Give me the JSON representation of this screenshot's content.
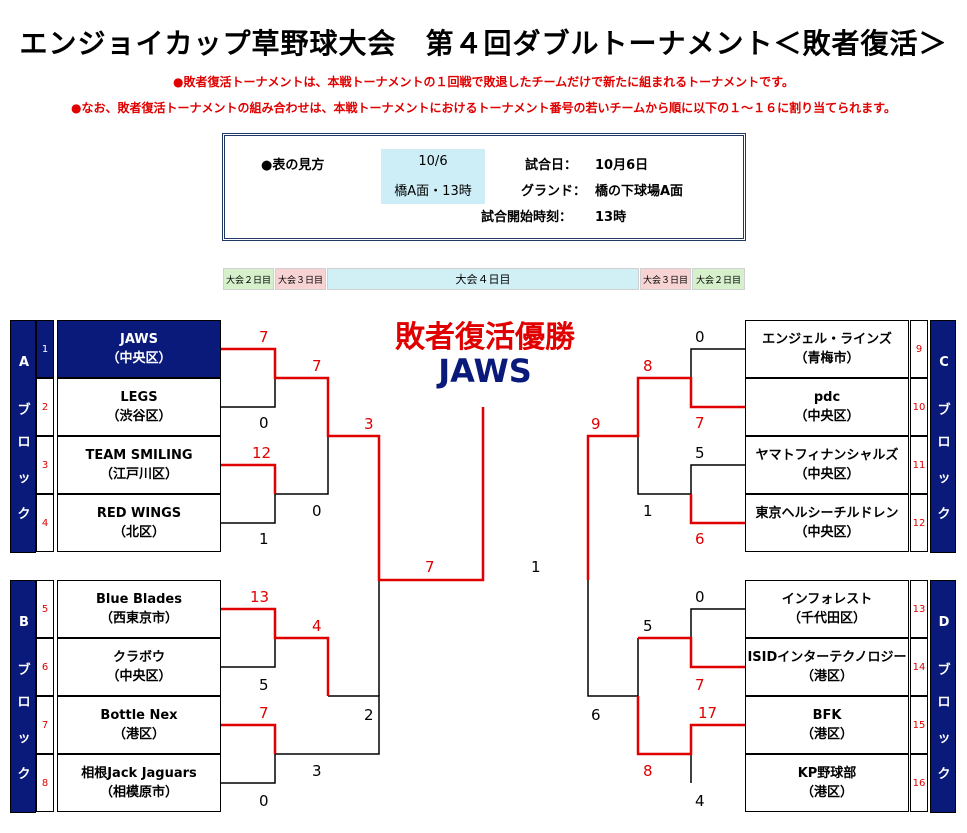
{
  "title": "エンジョイカップ草野球大会　第４回ダブルトーナメント＜敗者復活＞",
  "notes": [
    "●敗者復活トーナメントは、本戦トーナメントの１回戦で敗退したチームだけで新たに組まれるトーナメントです。",
    "●なお、敗者復活トーナメントの組み合わせは、本戦トーナメントにおけるトーナメント番号の若いチームから順に以下の１～１６に割り当てられます。"
  ],
  "legend": {
    "heading": "●表の見方",
    "date": "10/6",
    "venue_time": "橋A面・13時",
    "date_label": "試合日：",
    "date_value": "10月6日",
    "ground_label": "グランド：",
    "ground_value": "橋の下球場A面",
    "time_label": "試合開始時刻：",
    "time_value": "13時"
  },
  "days": {
    "day2": "大会２日目",
    "day3": "大会３日目",
    "day4": "大会４日目"
  },
  "champion": {
    "label": "敗者復活優勝",
    "team": "JAWS"
  },
  "blocks": [
    {
      "chars": [
        "A",
        "ブ",
        "ロ",
        "ッ",
        "ク"
      ]
    },
    {
      "chars": [
        "B",
        "ブ",
        "ロ",
        "ッ",
        "ク"
      ]
    },
    {
      "chars": [
        "C",
        "ブ",
        "ロ",
        "ッ",
        "ク"
      ]
    },
    {
      "chars": [
        "D",
        "ブ",
        "ロ",
        "ッ",
        "ク"
      ]
    }
  ],
  "teams": [
    {
      "seed": "1",
      "name": "JAWS",
      "area": "（中央区）"
    },
    {
      "seed": "2",
      "name": "LEGS",
      "area": "（渋谷区）"
    },
    {
      "seed": "3",
      "name": "TEAM SMILING",
      "area": "（江戸川区）"
    },
    {
      "seed": "4",
      "name": "RED WINGS",
      "area": "（北区）"
    },
    {
      "seed": "5",
      "name": "Blue Blades",
      "area": "（西東京市）"
    },
    {
      "seed": "6",
      "name": "クラボウ",
      "area": "（中央区）"
    },
    {
      "seed": "7",
      "name": "Bottle Nex",
      "area": "（港区）"
    },
    {
      "seed": "8",
      "name": "相根Jack Jaguars",
      "area": "（相模原市）"
    },
    {
      "seed": "9",
      "name": "エンジェル・ラインズ",
      "area": "（青梅市）"
    },
    {
      "seed": "10",
      "name": "pdc",
      "area": "（中央区）"
    },
    {
      "seed": "11",
      "name": "ヤマトフィナンシャルズ",
      "area": "（中央区）"
    },
    {
      "seed": "12",
      "name": "東京ヘルシーチルドレン",
      "area": "（中央区）"
    },
    {
      "seed": "13",
      "name": "インフォレスト",
      "area": "（千代田区）"
    },
    {
      "seed": "14",
      "name": "ISIDインターテクノロジー",
      "area": "（港区）"
    },
    {
      "seed": "15",
      "name": "BFK",
      "area": "（港区）"
    },
    {
      "seed": "16",
      "name": "KP野球部",
      "area": "（港区）"
    }
  ],
  "scores": {
    "a1": "7",
    "a2": "0",
    "a3": "12",
    "a4": "1",
    "a5": "7",
    "a6": "0",
    "a7": "3",
    "b1": "13",
    "b2": "5",
    "b3": "7",
    "b4": "0",
    "b5": "4",
    "b6": "3",
    "b7": "2",
    "c1": "0",
    "c2": "7",
    "c3": "5",
    "c4": "6",
    "c5": "8",
    "c6": "1",
    "c7": "9",
    "d1": "0",
    "d2": "7",
    "d3": "17",
    "d4": "4",
    "d5": "5",
    "d6": "8",
    "d7": "6",
    "final_left": "7",
    "final_right": "1"
  },
  "colors": {
    "winner_line": "#e00000",
    "block_bg": "#0a1a7a",
    "score_red": "#e00000",
    "champion_name": "#0a1a7a"
  }
}
